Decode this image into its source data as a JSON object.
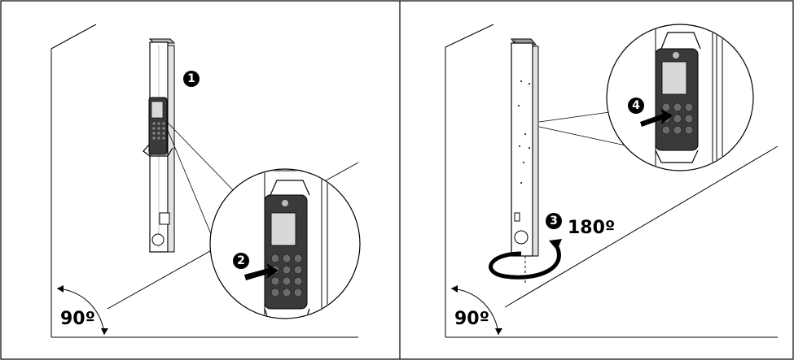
{
  "panels": [
    {
      "angle_label": "90º",
      "steps": [
        "1",
        "2"
      ]
    },
    {
      "angle_label": "90º",
      "rotation_label": "180º",
      "steps": [
        "3",
        "4"
      ]
    }
  ],
  "colors": {
    "line": "#000000",
    "device": "#3a3a3a",
    "screen": "#d8d8d8"
  },
  "icons": [
    "device-illustration",
    "press-arrow-icon",
    "rotate-arrow-icon",
    "magnifier-callout"
  ]
}
